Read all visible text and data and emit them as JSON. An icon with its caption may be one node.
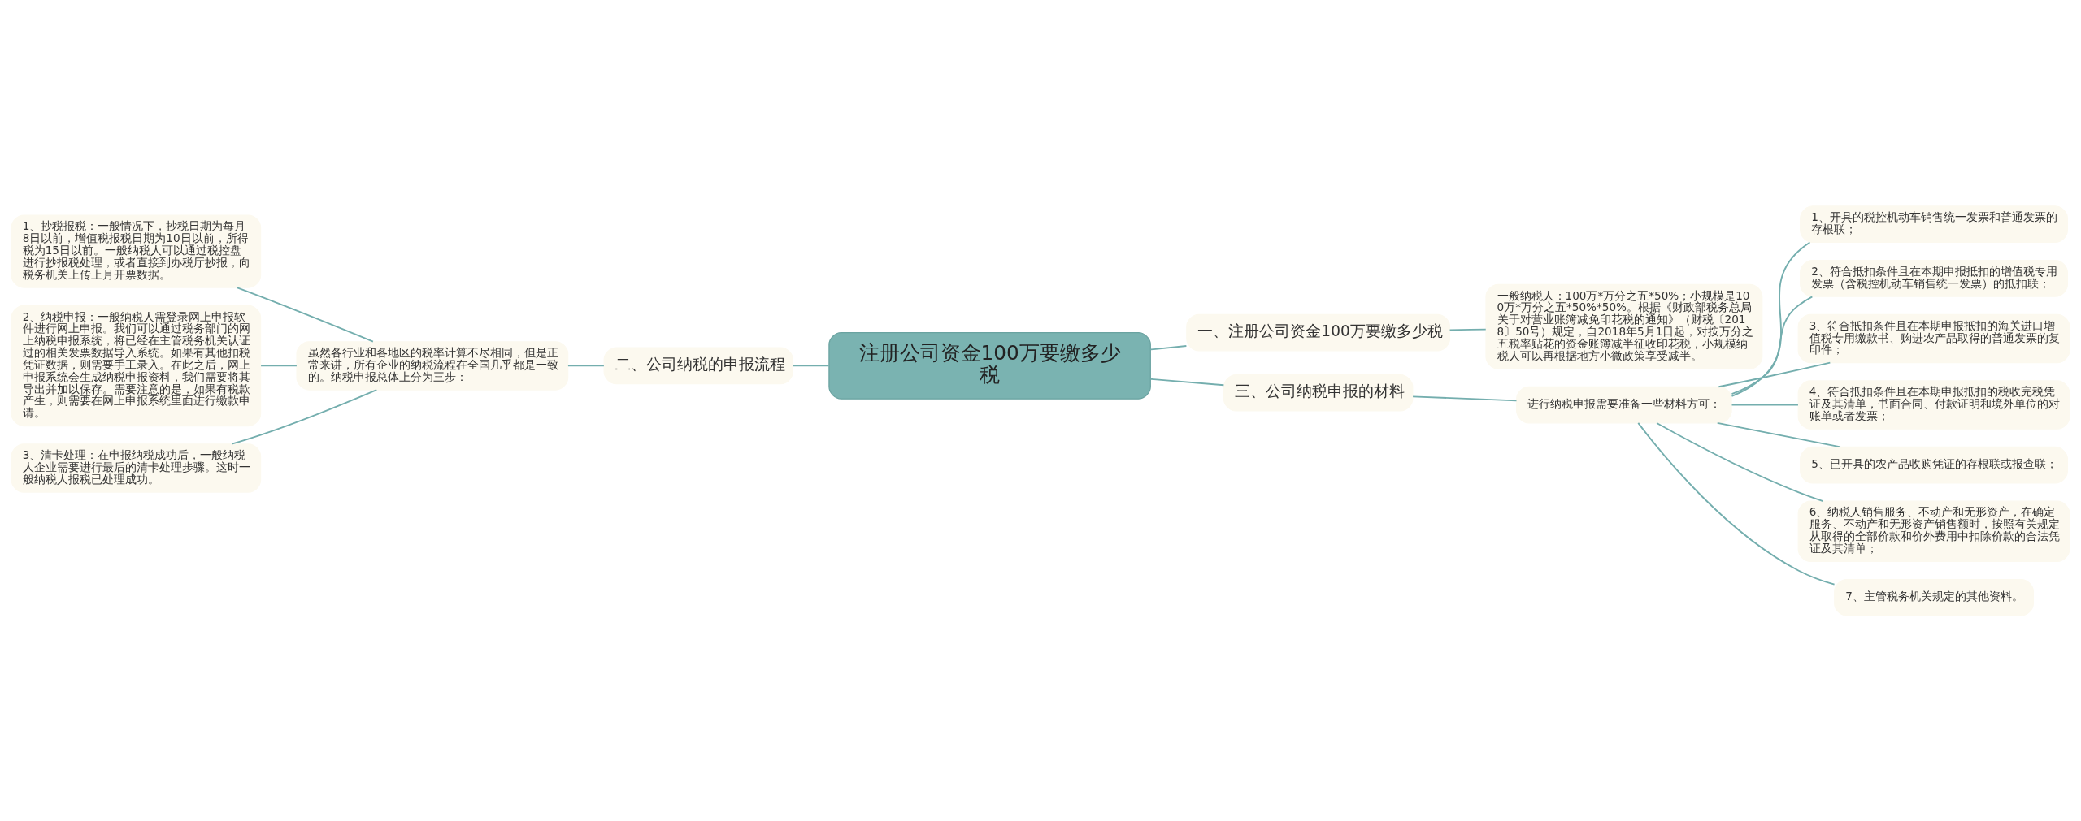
{
  "diagram": {
    "nodes": [
      {
        "text": [
          "注册公司资金100万要缴多少税"
        ]
      },
      {
        "text": [
          "一、注册公司资金100万要缴多少税"
        ]
      },
      {
        "text": [
          "一般纳税人：100万*万分之五*50%；小规模是100万*万分之五*50%*50%。根据《财政部税务总局关于对营业账簿减免印花税的通知》（财税〔2018〕50号）规定，自2018年5月1日起，对按万分之五税率贴花的资金账簿减半征收印花税，小规模纳税人可以再根据地方小微政策享受减半。"
        ]
      },
      {
        "text": [
          "二、公司纳税的申报流程"
        ]
      },
      {
        "text": [
          "虽然各行业和各地区的税率计算不尽相同，但是正常来讲，所有企业的纳税流程在全国几乎都是一致的。纳税申报总体上分为三步："
        ]
      },
      {
        "text": [
          "1、抄税报税：一般情况下，抄税日期为每月8日以前，增值税报税日期为10日以前，所得税为15日以前。一般纳税人可以通过税控盘进行抄报税处理，或者直接到办税厅抄报，向税务机关上传上月开票数据。"
        ]
      },
      {
        "text": [
          "2、纳税申报：一般纳税人需登录网上申报软件进行网上申报。我们可以通过税务部门的网上纳税申报系统，将已经在主管税务机关认证过的相关发票数据导入系统。如果有其他扣税凭证数据，则需要手工录入。在此之后，网上申报系统会生成纳税申报资料，我们需要将其导出并加以保存。需要注意的是，如果有税款产生，则需要在网上申报系统里面进行缴款申请。"
        ]
      },
      {
        "text": [
          "3、清卡处理：在申报纳税成功后，一般纳税人企业需要进行最后的清卡处理步骤。这时一般纳税人报税已处理成功。"
        ]
      },
      {
        "text": [
          "三、公司纳税申报的材料"
        ]
      },
      {
        "text": [
          "进行纳税申报需要准备一些材料方可："
        ]
      },
      {
        "text": [
          "1、开具的税控机动车销售统一发票和普通发票的存根联；"
        ]
      },
      {
        "text": [
          "2、符合抵扣条件且在本期申报抵扣的增值税专用发票（含税控机动车销售统一发票）的抵扣联；"
        ]
      },
      {
        "text": [
          "3、符合抵扣条件且在本期申报抵扣的海关进口增值税专用缴款书、购进农产品取得的普通发票的复印件；"
        ]
      },
      {
        "text": [
          "4、符合抵扣条件且在本期申报抵扣的税收完税凭证及其清单，书面合同、付款证明和境外单位的对账单或者发票；"
        ]
      },
      {
        "text": [
          "5、已开具的农产品收购凭证的存根联或报查联；"
        ]
      },
      {
        "text": [
          "6、纳税人销售服务、不动产和无形资产，在确定服务、不动产和无形资产销售额时，按照有关规定从取得的全部价款和价外费用中扣除价款的合法凭证及其清单；"
        ]
      },
      {
        "text": [
          "7、主管税务机关规定的其他资料。"
        ]
      }
    ],
    "edges": [
      {
        "from": 0,
        "to": 1,
        "arrow": "none"
      },
      {
        "from": 1,
        "to": 2,
        "arrow": "none"
      },
      {
        "from": 0,
        "to": 3,
        "arrow": "none"
      },
      {
        "from": 3,
        "to": 4,
        "arrow": "none"
      },
      {
        "from": 4,
        "to": 5,
        "arrow": "none"
      },
      {
        "from": 4,
        "to": 6,
        "arrow": "none"
      },
      {
        "from": 4,
        "to": 7,
        "arrow": "none"
      },
      {
        "from": 0,
        "to": 8,
        "arrow": "none"
      },
      {
        "from": 8,
        "to": 9,
        "arrow": "none"
      },
      {
        "from": 9,
        "to": 10,
        "arrow": "none"
      },
      {
        "from": 9,
        "to": 11,
        "arrow": "none"
      },
      {
        "from": 9,
        "to": 12,
        "arrow": "none"
      },
      {
        "from": 9,
        "to": 13,
        "arrow": "none"
      },
      {
        "from": 9,
        "to": 14,
        "arrow": "none"
      },
      {
        "from": 9,
        "to": 15,
        "arrow": "none"
      },
      {
        "from": 9,
        "to": 16,
        "arrow": "none"
      }
    ]
  }
}
